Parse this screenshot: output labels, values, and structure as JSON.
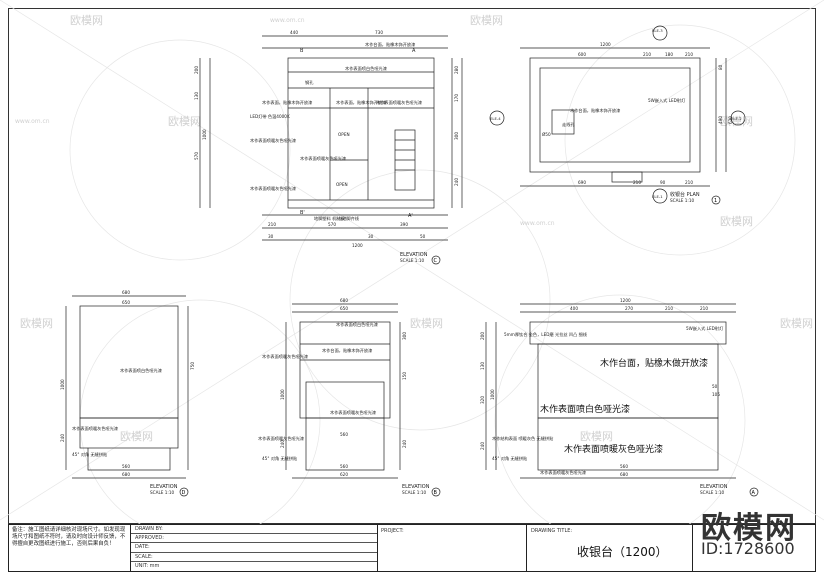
{
  "watermark": {
    "brand": "欧模网",
    "url": "www.om.cn"
  },
  "views": {
    "elevation_c": {
      "widths_top": [
        "440",
        "730"
      ],
      "overall": "1200",
      "heights_left": [
        "200",
        "130",
        "570",
        "1000"
      ],
      "heights_right": [
        "280",
        "170",
        "300",
        "240"
      ],
      "bottom_dims": [
        "210",
        "570",
        "390"
      ],
      "bottom_small": [
        "30",
        "30",
        "50"
      ],
      "section_marks": [
        "B",
        "A",
        "B'",
        "A'"
      ],
      "notes": [
        "木作表面喷白色哑光漆",
        "木作台面，贴橡木饰开放漆",
        "钢孔",
        "木作表面，贴橡木饰开放漆",
        "木作表面，贴橡木饰开放漆",
        "木作表面喷暖灰色哑光漆",
        "木作表面喷暖灰色哑光漆",
        "木作表面喷暖灰色哑光漆",
        "木作表面喷暖灰色哑光漆",
        "LED灯带 色温4000K",
        "OPEN",
        "OPEN",
        "地脚塑料 机制板",
        "与地脚齐线"
      ],
      "label": "ELEVATION",
      "scale": "SCALE 1:10",
      "id": "C"
    },
    "plan": {
      "widths_top": [
        "600",
        "210",
        "180",
        "210"
      ],
      "overall": "1200",
      "heights_right": [
        "80",
        "490",
        "630"
      ],
      "bottom_dims": [
        "690",
        "210",
        "90",
        "210"
      ],
      "notes": [
        "木作台面，贴橡木饰开放漆",
        "5W嵌入式 LED射灯",
        "走线孔",
        "Ø50"
      ],
      "elevation_marks": [
        "ELE-1",
        "ELE-2",
        "ELE-3",
        "ELE-4"
      ],
      "label": "收银台 PLAN",
      "scale": "SCALE 1:10",
      "id": "1"
    },
    "elevation_d": {
      "widths_top": [
        "680",
        "650"
      ],
      "heights_left": [
        "1000",
        "240"
      ],
      "heights_right": [
        "750"
      ],
      "bottom_dims": [
        "560",
        "680"
      ],
      "notes": [
        "木作表面喷白色哑光漆",
        "木作表面喷暖灰色哑光漆",
        "45° 对角 无缝拼贴"
      ],
      "label": "ELEVATION",
      "scale": "SCALE 1:10",
      "id": "D"
    },
    "elevation_b": {
      "widths_top": [
        "680",
        "650"
      ],
      "heights_left": [
        "1000",
        "240"
      ],
      "heights_right": [
        "300",
        "150",
        "240"
      ],
      "bottom_dims": [
        "560",
        "620"
      ],
      "notes": [
        "木作表面喷白色哑光漆",
        "木作台面，贴橡木饰开放漆",
        "木作表面喷暖灰色哑光漆",
        "木作表面喷暖灰色哑光漆",
        "木作表面喷暖灰色哑光漆",
        "45° 对角 无缝拼贴"
      ],
      "inner_dim": "560",
      "label": "ELEVATION",
      "scale": "SCALE 1:10",
      "id": "B"
    },
    "elevation_a": {
      "widths_top": [
        "400",
        "270",
        "210",
        "210"
      ],
      "overall": "1200",
      "heights_left": [
        "200",
        "130",
        "320",
        "1000",
        "240"
      ],
      "bottom_dims": [
        "560",
        "680"
      ],
      "notes_small": [
        "5mm厚钛合 金色，LED磨 光拉丝 凹凸 细线",
        "5W嵌入式 LED射灯",
        "木作结构表面 喷暖灰色 无缝拼贴",
        "45° 对角 无缝拼贴",
        "木作表面喷暖灰色哑光漆"
      ],
      "note_big_1": "木作台面，贴橡木做开放漆",
      "note_big_2": "木作表面喷白色哑光漆",
      "note_big_3": "木作表面喷暖灰色哑光漆",
      "side_dims": [
        "50",
        "105"
      ],
      "label": "ELEVATION",
      "scale": "SCALE 1:10",
      "id": "A"
    }
  },
  "title_block": {
    "note": "备注：施工图纸请详细核对现场尺寸。如发现现场尺寸和图纸不符时，请及时向设计师反馈，不得擅自更改图纸进行施工，否则后果自负！",
    "fields": [
      "DRAWN BY:",
      "APPROVED:",
      "DATE:",
      "SCALE:",
      "UNIT: mm"
    ],
    "project_label": "PROJECT:",
    "drawing_title_label": "DRAWING TITLE:",
    "drawing_title": "收银台（1200）",
    "logo_name": "欧模网",
    "logo_id": "ID:1728600"
  }
}
